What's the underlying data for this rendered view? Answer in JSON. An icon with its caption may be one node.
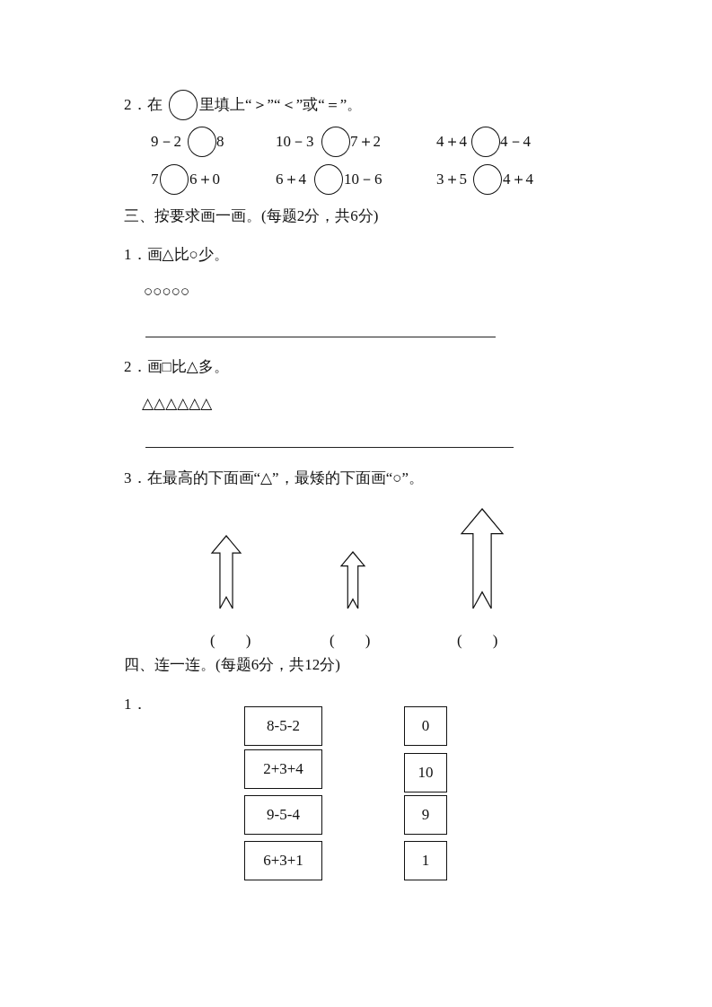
{
  "diagram": {
    "nodes": [
      {
        "text": [
          "8-5-2"
        ]
      },
      {
        "text": [
          "0"
        ]
      },
      {
        "text": [
          "2+3+4"
        ]
      },
      {
        "text": [
          "10"
        ]
      },
      {
        "text": [
          "9-5-4"
        ]
      },
      {
        "text": [
          "9"
        ]
      },
      {
        "text": [
          "6+3+1"
        ]
      },
      {
        "text": [
          "1"
        ]
      }
    ],
    "labels": [
      "2．在",
      "里填上“＞”“＜”或“＝”。",
      "9－2",
      "8",
      "10－3",
      "7＋2",
      "4＋4",
      "4－4",
      "7",
      "6＋0",
      "6＋4",
      "10－6",
      "3＋5",
      "4＋4",
      "三、按要求画一画。(每题2分，共6分)",
      "1．画△比○少。",
      "○○○○○",
      "2．画□比△多。",
      "△△△△△△",
      "3．在最高的下面画“△”，最矮的下面画“○”。",
      "(　　)",
      "(　　)",
      "(　　)",
      "四、连一连。(每题6分，共12分)",
      "1．"
    ]
  }
}
